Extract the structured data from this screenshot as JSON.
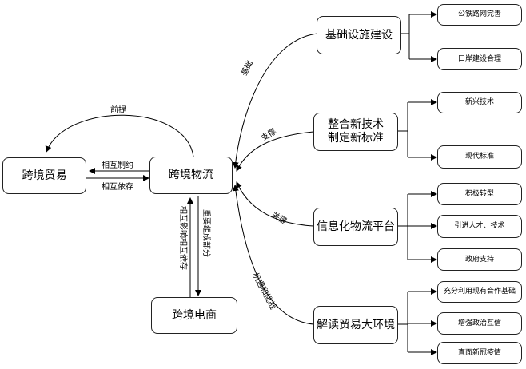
{
  "nodes": {
    "trade": "跨境贸易",
    "logistics": "跨境物流",
    "ecommerce": "跨境电商",
    "infra": "基础设施建设",
    "tech_line1": "整合新技术",
    "tech_line2": "制定新标准",
    "info": "信息化物流平台",
    "env": "解读贸易大环境"
  },
  "leaves": {
    "infra_1": "公铁路网完善",
    "infra_2": "口岸建设合理",
    "tech_1": "新兴技术",
    "tech_2": "现代标准",
    "info_1": "积极转型",
    "info_2": "引进人才、技术",
    "info_3": "政府支持",
    "env_1": "充分利用现有合作基础",
    "env_2": "增强政治互信",
    "env_3": "直面新冠疫情"
  },
  "labels": {
    "premise": "前提",
    "mutual_restrict": "相互制约",
    "mutual_depend": "相互依存",
    "basis": "基础",
    "support": "支撑",
    "key": "关键",
    "opportunity": "机遇和挑战",
    "component": "重要组成部分",
    "interact": "相互影响相互依存"
  }
}
